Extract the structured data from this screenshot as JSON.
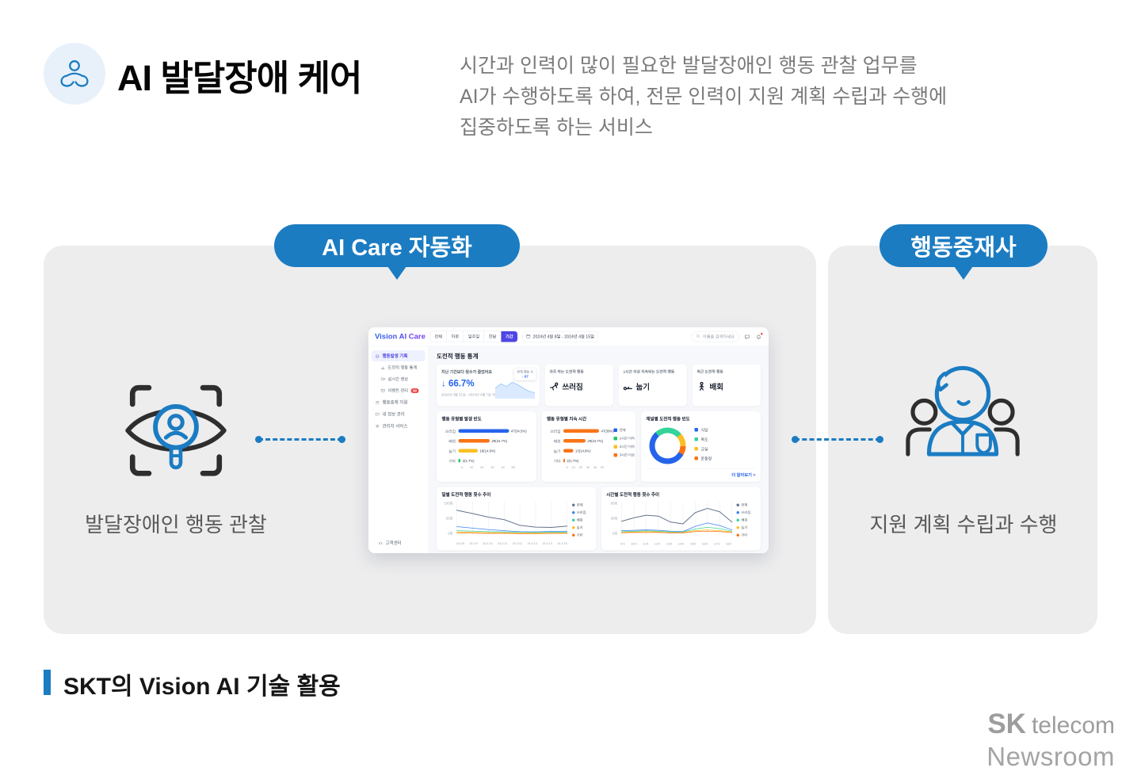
{
  "page": {
    "title": "AI 발달장애 케어",
    "description_lines": [
      "시간과 인력이 많이 필요한 발달장애인 행동 관찰 업무를",
      "AI가 수행하도록 하여, 전문 인력이 지원 계획 수립과 수행에",
      "집중하도록 하는 서비스"
    ],
    "footer_caption": "SKT의 Vision AI 기술 활용",
    "brand": {
      "sk": "SK",
      "telecom": "telecom",
      "newsroom": "Newsroom"
    }
  },
  "diagram": {
    "accent_blue": "#1b7cc2",
    "panel_gray": "#ededee",
    "left_bubble": "AI Care 자동화",
    "right_bubble": "행동중재사",
    "left_label": "발달장애인 행동 관찰",
    "right_label": "지원 계획 수립과 수행"
  },
  "dashboard": {
    "logo": "Vision AI Care",
    "tabs": [
      "전체",
      "하루",
      "일주일",
      "한달",
      "기간"
    ],
    "active_tab": "기간",
    "date_range": "2024년 4월 8일 - 2024년 4월 15일",
    "search_placeholder": "이름을 검색하세요",
    "sidebar": {
      "items": [
        {
          "label": "행동발생 기록",
          "icon": "home",
          "active": true
        },
        {
          "label": "도전적 행동 통계",
          "icon": "chart",
          "indent": true
        },
        {
          "label": "실시간 영상",
          "icon": "video",
          "indent": true
        },
        {
          "label": "이벤트 관리",
          "icon": "mail",
          "indent": true,
          "badge": "99"
        },
        {
          "label": "행동중재 지원",
          "icon": "people"
        },
        {
          "label": "내 정보 관리",
          "icon": "chat"
        },
        {
          "label": "관리자 서비스",
          "icon": "gear"
        }
      ],
      "footer": {
        "label": "고객센터",
        "icon": "headset"
      }
    },
    "heading": "도전적 행동 통계",
    "stat_card": {
      "title": "지난 기간보다 횟수가 줄었어요",
      "value": "↓ 66.7%",
      "compare": "2024년 3월 31일 - 2024년 4월 7일 대비",
      "tooltip_label": "전체 행동 수",
      "tooltip_value": "↓ 67",
      "sparkline": [
        22,
        32,
        26,
        36,
        30,
        22,
        15,
        12
      ]
    },
    "behavior_cards": [
      {
        "title": "자주 하는 도전적 행동",
        "value": "쓰러짐",
        "icon": "fall"
      },
      {
        "title": "1시간 이상 지속되는 도전적 행동",
        "value": "눕기",
        "icon": "lie"
      },
      {
        "title": "최근 도전적 행동",
        "value": "배회",
        "icon": "walk"
      }
    ],
    "charts": {
      "frequency_bar": {
        "type": "bar",
        "title": "행동 유형별 발생 빈도",
        "xmax": 50,
        "x_ticks": [
          "0",
          "10",
          "20",
          "30",
          "40",
          "50"
        ],
        "bars": [
          {
            "label": "쓰러짐",
            "value": 47,
            "text": "47(34.5%)",
            "color": "#2563eb"
          },
          {
            "label": "배회",
            "value": 29,
            "text": "29(24.7%)",
            "color": "#f97316"
          },
          {
            "label": "눕기",
            "value": 18,
            "text": "18(14.9%)",
            "color": "#fbbf24"
          },
          {
            "label": "기타",
            "value": 2,
            "text": "2(1.7%)",
            "color": "#22c55e"
          }
        ]
      },
      "duration_bar": {
        "type": "bar",
        "title": "행동 유형별 지속 시간",
        "xmax": 50,
        "x_ticks": [
          "0",
          "10",
          "20",
          "30",
          "40",
          "50"
        ],
        "bars": [
          {
            "label": "쓰러짐",
            "value": 47,
            "text": "47(39%)",
            "color": "#f97316"
          },
          {
            "label": "배회",
            "value": 29,
            "text": "29(24.7%)",
            "color": "#f97316"
          },
          {
            "label": "눕기",
            "value": 13,
            "text": "13(14.9%)",
            "color": "#f97316"
          },
          {
            "label": "기타",
            "value": 2,
            "text": "2(1.7%)",
            "color": "#f97316"
          }
        ],
        "legend": [
          {
            "label": "전체",
            "color": "#2563eb"
          },
          {
            "label": "1시간 이하",
            "color": "#22c55e"
          },
          {
            "label": "2시간 이하",
            "color": "#fbbf24"
          },
          {
            "label": "3시간 이상",
            "color": "#f97316"
          }
        ]
      },
      "channel_donut": {
        "type": "pie",
        "title": "채널별 도전적 행동 빈도",
        "segments": [
          {
            "label": "식당",
            "value": 55,
            "color": "#2563eb"
          },
          {
            "label": "복도",
            "value": 25,
            "color": "#34d399"
          },
          {
            "label": "교실",
            "value": 12,
            "color": "#fbbf24"
          },
          {
            "label": "운동장",
            "value": 8,
            "color": "#f97316"
          }
        ],
        "more_link": "더 알아보기  >"
      },
      "daily_line": {
        "type": "line",
        "title": "일별 도전적 행동 횟수 추이",
        "y_ticks": [
          "100회",
          "50회",
          "0회"
        ],
        "ymax": 120,
        "x": [
          "24.4.8",
          "24.4.9",
          "24.4.10",
          "24.4.11",
          "24.4.12",
          "24.4.13",
          "24.4.14",
          "24.4.15"
        ],
        "series": [
          {
            "name": "전체",
            "color": "#64748b",
            "values": [
              95,
              82,
              68,
              58,
              35,
              28,
              27,
              32
            ]
          },
          {
            "name": "쓰러짐",
            "color": "#3b82f6",
            "values": [
              30,
              24,
              18,
              14,
              10,
              9,
              11,
              12
            ]
          },
          {
            "name": "배회",
            "color": "#34d399",
            "values": [
              14,
              12,
              10,
              9,
              7,
              7,
              8,
              8
            ]
          },
          {
            "name": "눕기",
            "color": "#fbbf24",
            "values": [
              9,
              7,
              6,
              6,
              5,
              5,
              5,
              5
            ]
          },
          {
            "name": "기타",
            "color": "#f97316",
            "values": [
              5,
              4,
              3,
              3,
              2,
              2,
              3,
              3
            ]
          }
        ]
      },
      "hourly_line": {
        "type": "line",
        "title": "시간별 도전적 행동 횟수 추이",
        "y_ticks": [
          "60회",
          "30회",
          "0회"
        ],
        "ymax": 70,
        "x": [
          "9시",
          "10시",
          "11시",
          "12시",
          "13시",
          "14시",
          "15시",
          "16시",
          "17시",
          "18시"
        ],
        "series": [
          {
            "name": "전체",
            "color": "#64748b",
            "values": [
              30,
              38,
              44,
              42,
              28,
              24,
              50,
              60,
              52,
              28
            ]
          },
          {
            "name": "쓰러짐",
            "color": "#3b82f6",
            "values": [
              8,
              9,
              10,
              9,
              7,
              6,
              18,
              26,
              20,
              10
            ]
          },
          {
            "name": "배회",
            "color": "#34d399",
            "values": [
              6,
              7,
              8,
              7,
              5,
              5,
              12,
              16,
              13,
              7
            ]
          },
          {
            "name": "눕기",
            "color": "#fbbf24",
            "values": [
              5,
              5,
              6,
              5,
              4,
              4,
              8,
              10,
              8,
              5
            ]
          },
          {
            "name": "기타",
            "color": "#f97316",
            "values": [
              3,
              4,
              4,
              4,
              3,
              3,
              6,
              7,
              6,
              4
            ]
          }
        ]
      }
    }
  }
}
